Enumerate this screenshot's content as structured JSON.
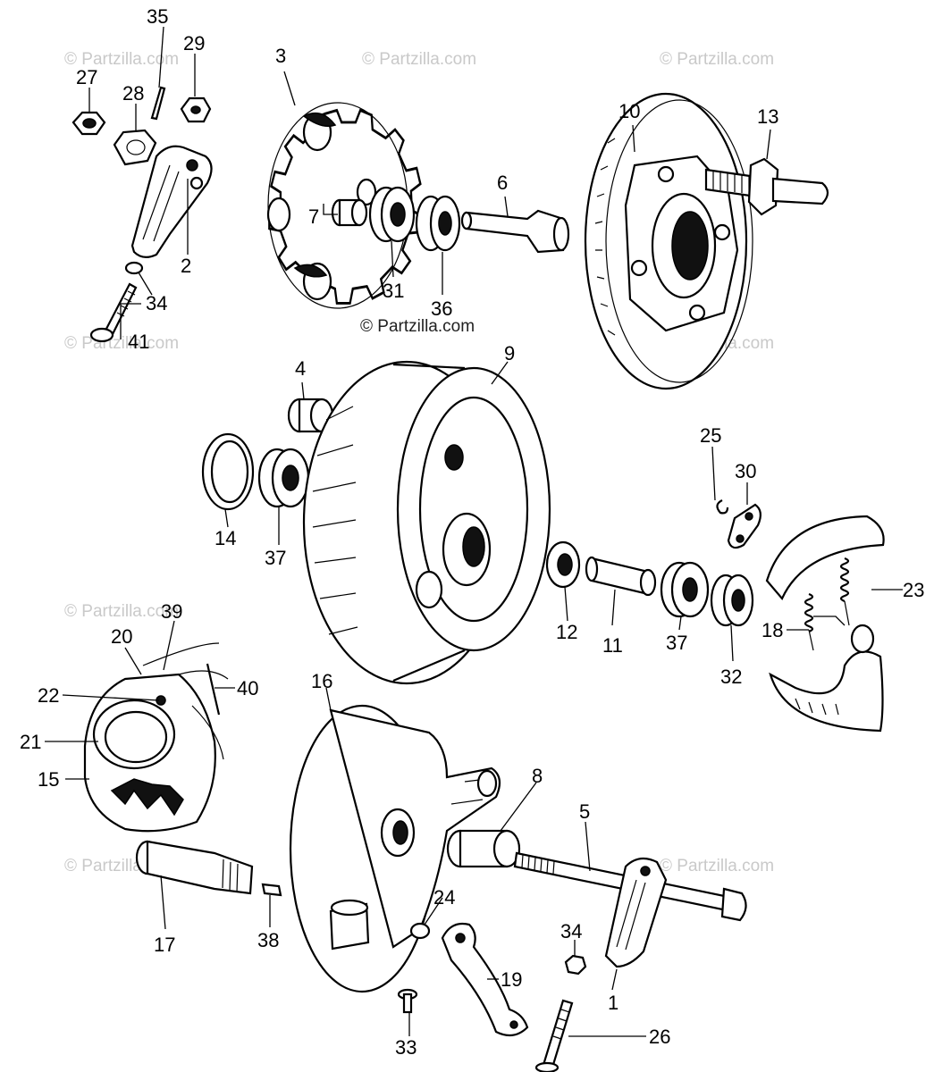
{
  "watermark": {
    "text": "© Partzilla.com",
    "copies": [
      {
        "id": "wm-1"
      },
      {
        "id": "wm-2"
      },
      {
        "id": "wm-3"
      },
      {
        "id": "wm-4"
      },
      {
        "id": "wm-5"
      },
      {
        "id": "wm-6"
      },
      {
        "id": "wm-7"
      },
      {
        "id": "wm-8"
      },
      {
        "id": "wm-9"
      }
    ]
  },
  "center_credit": "© Partzilla.com",
  "callouts": {
    "c1": "1",
    "c2": "2",
    "c3": "3",
    "c4": "4",
    "c5": "5",
    "c6": "6",
    "c7": "7",
    "c8": "8",
    "c9": "9",
    "c10": "10",
    "c11": "11",
    "c12": "12",
    "c13": "13",
    "c14": "14",
    "c15": "15",
    "c16": "16",
    "c17": "17",
    "c18": "18",
    "c19": "19",
    "c20": "20",
    "c21": "21",
    "c22": "22",
    "c23": "23",
    "c24": "24",
    "c25": "25",
    "c26": "26",
    "c27": "27",
    "c28": "28",
    "c29": "29",
    "c30": "30",
    "c31": "31",
    "c32": "32",
    "c33": "33",
    "c34a": "34",
    "c34b": "34",
    "c35": "35",
    "c36": "36",
    "c37a": "37",
    "c37b": "37",
    "c38": "38",
    "c39": "39",
    "c40": "40",
    "c41": "41"
  }
}
